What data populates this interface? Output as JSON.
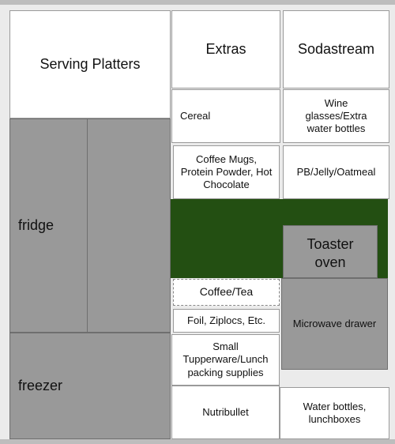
{
  "cabinets": {
    "serving_platters": "Serving Platters",
    "extras": "Extras",
    "sodastream": "Sodastream",
    "cereal": "Cereal",
    "wine_glasses": "Wine glasses/Extra water bottles",
    "coffee_mugs": "Coffee Mugs, Protein Powder, Hot Chocolate",
    "pb_jelly": "PB/Jelly/Oatmeal",
    "fridge": "fridge",
    "freezer": "freezer",
    "toaster_oven": "Toaster oven",
    "coffee_tea": "Coffee/Tea",
    "foil": "Foil, Ziplocs, Etc.",
    "microwave_drawer": "Microwave drawer",
    "small_tupperware": "Small Tupperware/Lunch packing supplies",
    "nutribullet": "Nutribullet",
    "water_bottles": "Water bottles, lunchboxes"
  },
  "colors": {
    "appliance_gray": "#999999",
    "counter_green": "#234f12",
    "cabinet_white": "#ffffff"
  }
}
